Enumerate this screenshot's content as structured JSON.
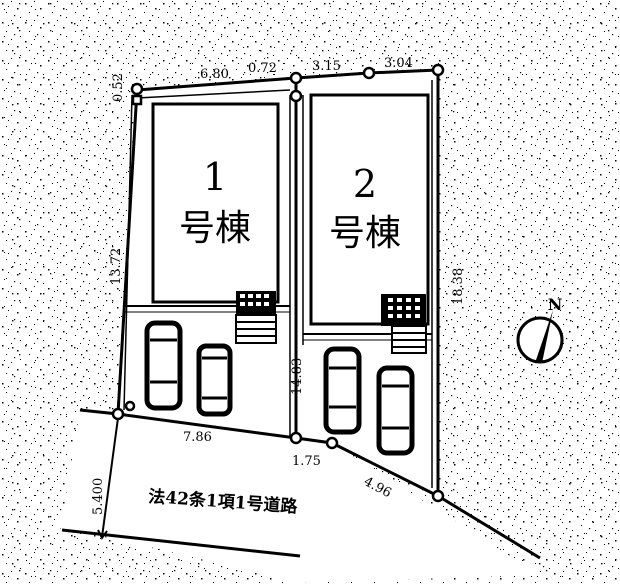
{
  "diagram": {
    "type": "site-plan",
    "colors": {
      "ink": "#000000",
      "paper": "#ffffff",
      "stipple": "#000000"
    },
    "buildings": [
      {
        "id": "1",
        "number": "1",
        "label": "号棟"
      },
      {
        "id": "2",
        "number": "2",
        "label": "号棟"
      }
    ],
    "dimensions": {
      "left_top_offset": "0.52",
      "top_lot1": "6.80",
      "top_gap": "0.72",
      "top_lot2_a": "3.15",
      "top_lot2_b": "3.04",
      "left_side": "13.72",
      "right_side": "18.38",
      "flag_pole": "14.83",
      "front_lot1": "7.86",
      "front_mid": "1.75",
      "front_lot2": "4.96",
      "road_width": "5.400"
    },
    "road": {
      "label": "法42条1項1号道路"
    },
    "compass": {
      "label": "N",
      "icon": "north-arrow-icon"
    },
    "parking": {
      "lot1_cars": 2,
      "lot2_cars": 2
    }
  }
}
